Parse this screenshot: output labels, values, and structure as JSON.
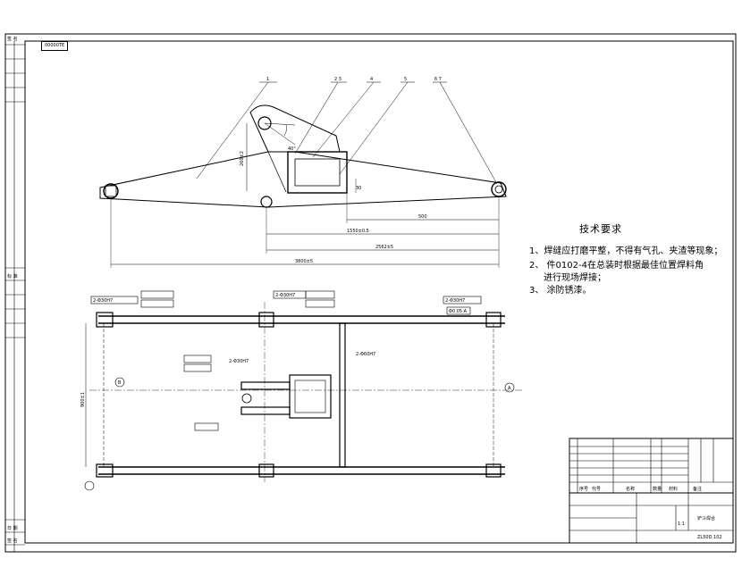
{
  "drawing_no": "00000TE",
  "side_labels": {
    "top": "签 名",
    "middle": "标 准",
    "bottom_1": "日 期",
    "bottom_2": "签 名"
  },
  "parts": {
    "p1": "1",
    "p2": "2  3",
    "p3": "4",
    "p4": "5",
    "p5": "6  7"
  },
  "dims": {
    "total": "3800±5",
    "d1": "2562±5",
    "d2": "1550±0.5",
    "d3": "500",
    "d4": "260±2",
    "d5": "30",
    "d6": "40°"
  },
  "tech_req": {
    "title": "技术要求",
    "items": [
      "1、焊缝应打磨平整，不得有气孔、夹渣等现象；",
      "2、 件0102-4在总装时根据最佳位置焊料角",
      "进行现场焊接；",
      "3、 涂防锈漆。"
    ]
  },
  "plan_view": {
    "section_a": "A",
    "section_b": "B",
    "side_dim": "900±1",
    "callouts": [
      "2-Φ30H7",
      "2-Φ30H7",
      "2-Φ30H7",
      "2-Φ30H7",
      "Φ0.05 A",
      "2-Φ60H7"
    ]
  },
  "title_block": {
    "drawing_name": "铲斗焊合",
    "code": "ZL50D.102",
    "scale": "1:1",
    "columns": [
      "序号",
      "代号",
      "名称",
      "数量",
      "材料",
      "备注"
    ]
  }
}
